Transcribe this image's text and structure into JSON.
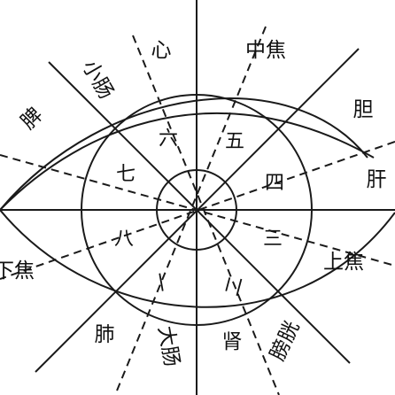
{
  "colors": {
    "ink": "#1a1a1a",
    "background": "#ffffff"
  },
  "labels": {
    "xin": "心",
    "zhongjiao": "中焦",
    "dan": "胆",
    "gan": "肝",
    "shangjiao": "上焦",
    "pangguang": "膀胱",
    "shen": "肾",
    "dachang": "大肠",
    "fei": "肺",
    "xiajiao": "下焦",
    "pi": "脾",
    "xiaochang": "小肠"
  },
  "zones": {
    "one": "一",
    "two": "二",
    "three": "三",
    "four": "四",
    "five": "五",
    "six": "六",
    "seven": "七",
    "eight": "八"
  }
}
